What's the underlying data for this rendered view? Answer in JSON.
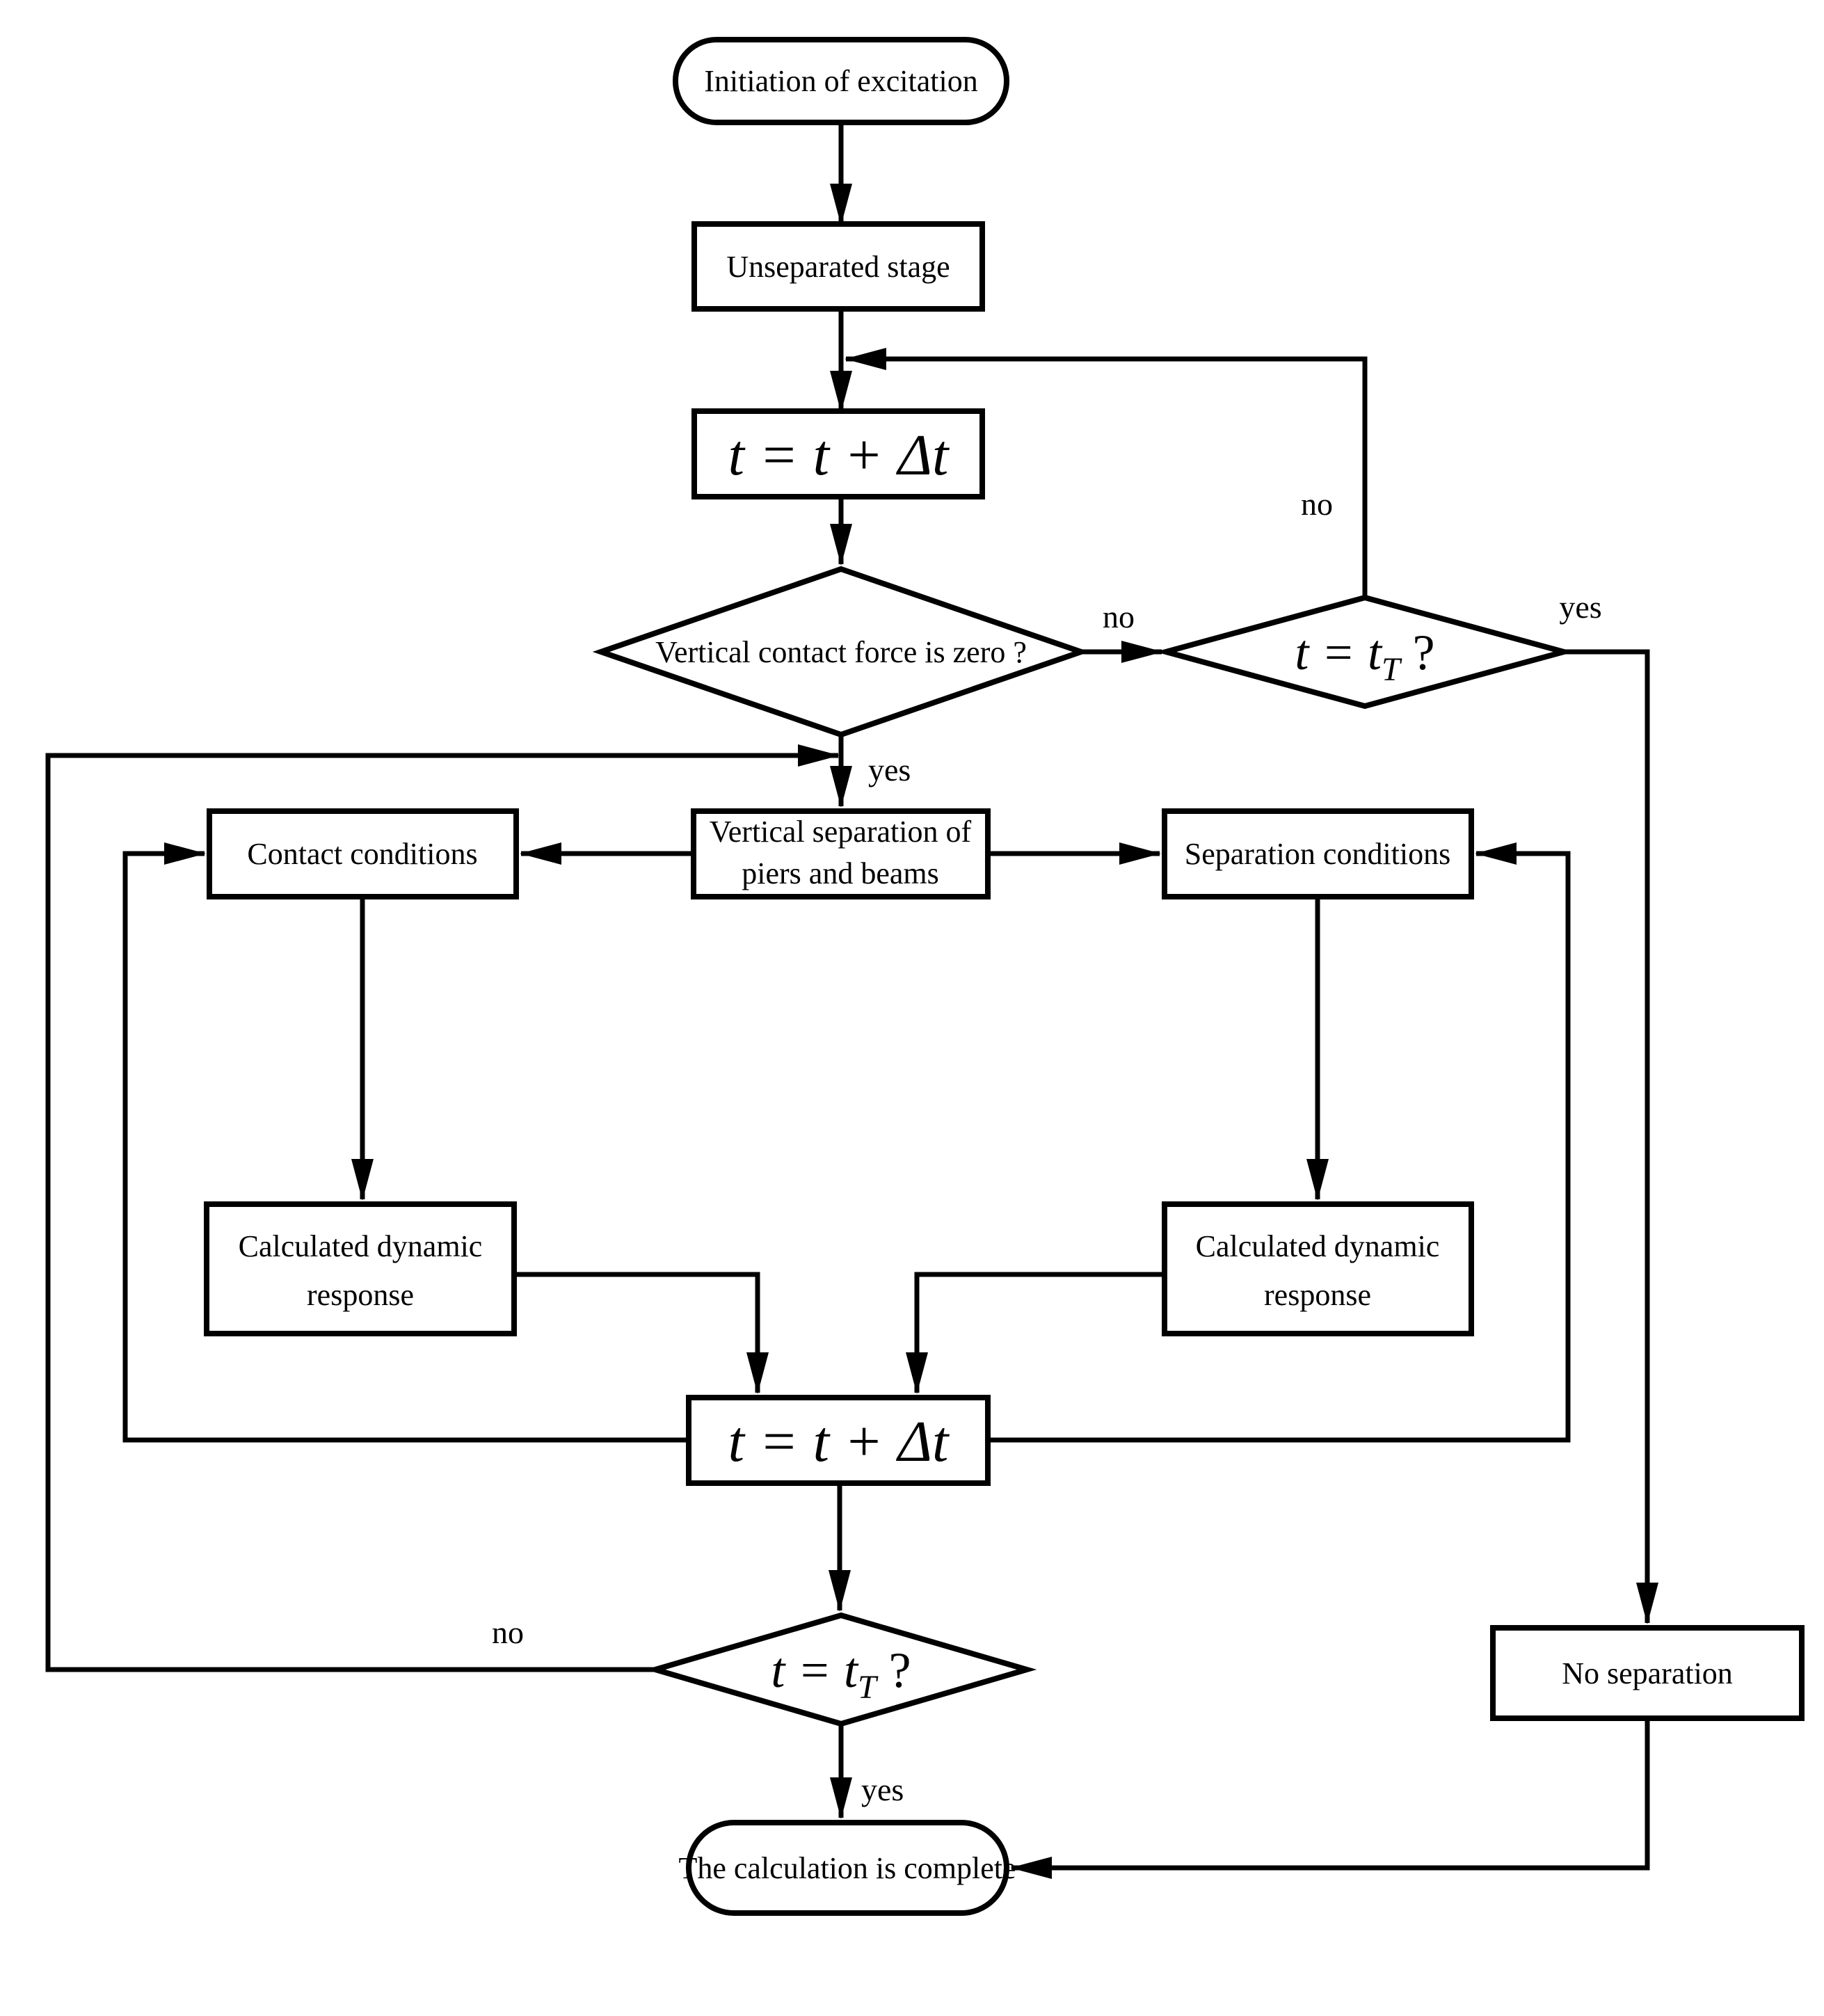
{
  "diagram": {
    "type": "flowchart",
    "colors": {
      "line": "#000000",
      "background": "#ffffff",
      "text": "#000000"
    },
    "nodes": {
      "start": {
        "shape": "terminator",
        "label": "Initiation of excitation"
      },
      "unseparated": {
        "shape": "process",
        "label": "Unseparated stage"
      },
      "time_step_top": {
        "shape": "process",
        "label": "t = t + Δt"
      },
      "force_zero_check": {
        "shape": "decision",
        "label": "Vertical contact force is zero ?"
      },
      "time_check_top": {
        "shape": "decision",
        "pre": "t = t",
        "sub": "T",
        "post": " ?"
      },
      "vertical_separation": {
        "shape": "process",
        "line1": "Vertical separation of",
        "line2": "piers and beams"
      },
      "contact_conditions": {
        "shape": "process",
        "label": "Contact conditions"
      },
      "separation_conditions": {
        "shape": "process",
        "label": "Separation conditions"
      },
      "calc_response_left": {
        "shape": "process",
        "line1": "Calculated dynamic",
        "line2": "response"
      },
      "calc_response_right": {
        "shape": "process",
        "line1": "Calculated dynamic",
        "line2": "response"
      },
      "time_step_bottom": {
        "shape": "process",
        "label": "t = t + Δt"
      },
      "time_check_bottom": {
        "shape": "decision",
        "pre": "t = t",
        "sub": "T",
        "post": " ?"
      },
      "no_separation": {
        "shape": "process",
        "label": "No separation"
      },
      "end": {
        "shape": "terminator",
        "label": "The calculation is complete"
      }
    },
    "edge_labels": {
      "force_zero_no": "no",
      "force_zero_yes": "yes",
      "time_check_top_no": "no",
      "time_check_top_yes": "yes",
      "time_check_bottom_no": "no",
      "time_check_bottom_yes": "yes"
    }
  }
}
